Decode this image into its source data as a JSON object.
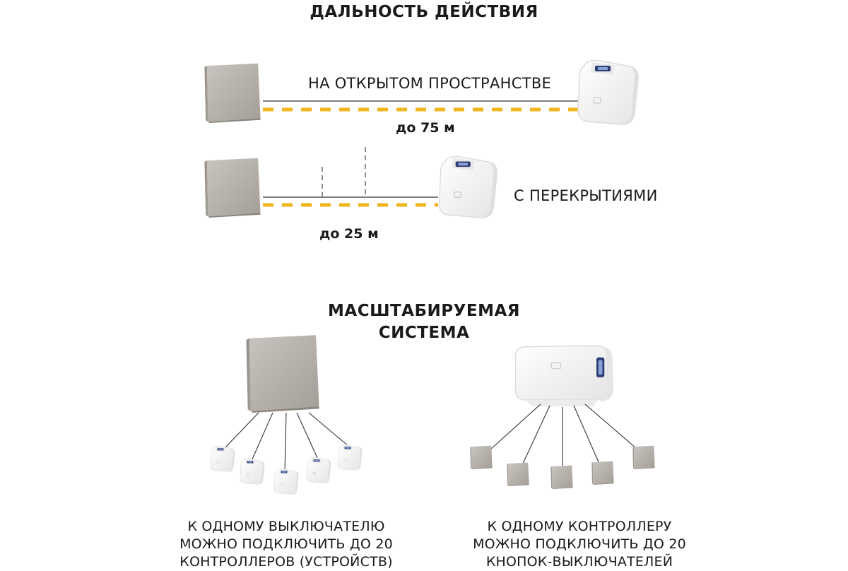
{
  "range_section": {
    "title": "ДАЛЬНОСТЬ ДЕЙСТВИЯ",
    "open_space": {
      "label": "НА ОТКРЫТОМ ПРОСТРАНСТВЕ",
      "distance": "до 75 м"
    },
    "obstacles": {
      "label": "С ПЕРЕКРЫТИЯМИ",
      "distance": "до 25 м"
    }
  },
  "scalable_section": {
    "title_line1": "МАСШТАБИРУЕМАЯ",
    "title_line2": "СИСТЕМА",
    "left_caption": {
      "line1": "К ОДНОМУ ВЫКЛЮЧАТЕЛЮ",
      "line2": "МОЖНО ПОДКЛЮЧИТЬ ДО 20",
      "line3": "КОНТРОЛЛЕРОВ (УСТРОЙСТВ)"
    },
    "right_caption": {
      "line1": "К ОДНОМУ КОНТРОЛЛЕРУ",
      "line2": "МОЖНО ПОДКЛЮЧИТЬ ДО 20",
      "line3": "КНОПОК-ВЫКЛЮЧАТЕЛЕЙ"
    }
  },
  "colors": {
    "accent_dash": "#f0b41c",
    "switch_gray": "#b8b2ad",
    "controller_white": "#f7f7f7",
    "line": "#333333"
  },
  "icons": [
    "wireless-switch-icon",
    "controller-module-icon"
  ]
}
